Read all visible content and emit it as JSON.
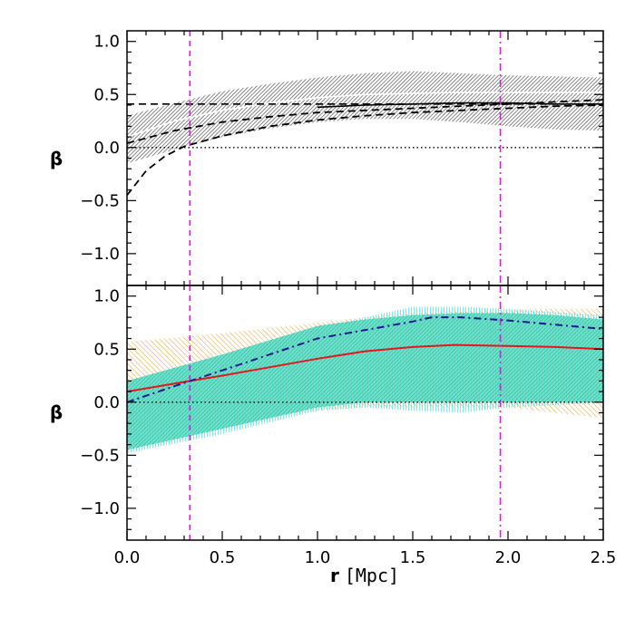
{
  "colors": {
    "grey_band": "#555555",
    "white_line": "#ffffff",
    "black": "#000000",
    "magenta": "#ff00ff",
    "red": "#e8141c",
    "navy": "#1a1a8c",
    "orange": "#f0a030",
    "cyan": "#40e8f0",
    "green": "#20c090"
  },
  "chart_data": [
    {
      "type": "area",
      "panel": "top",
      "ylabel": "β",
      "xlim": [
        0.0,
        2.5
      ],
      "ylim": [
        -1.3,
        1.1
      ],
      "yticks": [
        1.0,
        0.5,
        0.0,
        -0.5,
        -1.0
      ],
      "ytick_labels": [
        "1.0",
        "0.5",
        "0.0",
        "−0.5",
        "−1.0"
      ],
      "series": [
        {
          "style": "grey-hatched-band",
          "x": [
            0.0,
            0.25,
            0.5,
            0.75,
            1.0,
            1.25,
            1.5,
            1.75,
            2.0,
            2.25,
            2.5
          ],
          "lower": [
            -0.15,
            -0.02,
            0.1,
            0.18,
            0.24,
            0.27,
            0.27,
            0.24,
            0.2,
            0.17,
            0.16
          ],
          "upper": [
            0.3,
            0.42,
            0.53,
            0.6,
            0.66,
            0.7,
            0.72,
            0.7,
            0.68,
            0.67,
            0.66
          ]
        },
        {
          "style": "white-solid",
          "x": [
            0.0,
            0.25,
            0.5,
            0.75,
            1.0,
            1.25,
            1.5,
            1.75,
            2.0,
            2.25,
            2.5
          ],
          "values": [
            0.1,
            0.25,
            0.35,
            0.42,
            0.47,
            0.5,
            0.51,
            0.52,
            0.52,
            0.52,
            0.52
          ]
        },
        {
          "style": "black-solid",
          "x": [
            1.0,
            1.25,
            1.5,
            1.75,
            2.0,
            2.25,
            2.5
          ],
          "values": [
            0.38,
            0.4,
            0.41,
            0.42,
            0.42,
            0.41,
            0.41
          ]
        },
        {
          "style": "black-dashed-flat",
          "x": [
            0.0,
            2.5
          ],
          "values": [
            0.41,
            0.41
          ]
        },
        {
          "style": "black-dashed-rising",
          "x": [
            0.0,
            0.25,
            0.5,
            0.75,
            1.0,
            1.25,
            1.5,
            1.75,
            2.0,
            2.25,
            2.5
          ],
          "values": [
            0.04,
            0.16,
            0.24,
            0.29,
            0.33,
            0.35,
            0.37,
            0.39,
            0.41,
            0.43,
            0.45
          ]
        },
        {
          "style": "black-dashed-steep",
          "x": [
            0.0,
            0.1,
            0.2,
            0.3,
            0.5,
            0.75,
            1.0,
            1.25,
            1.5,
            1.75,
            2.0,
            2.25,
            2.5
          ],
          "values": [
            -0.45,
            -0.22,
            -0.08,
            0.01,
            0.11,
            0.2,
            0.26,
            0.3,
            0.33,
            0.35,
            0.37,
            0.39,
            0.4
          ]
        },
        {
          "style": "dotted-zero",
          "x": [
            0.0,
            2.5
          ],
          "values": [
            0.0,
            0.0
          ]
        }
      ],
      "vlines": [
        {
          "x": 0.33,
          "style": "magenta-dashed"
        },
        {
          "x": 1.96,
          "style": "magenta-dashdot"
        }
      ]
    },
    {
      "type": "area",
      "panel": "bottom",
      "ylabel": "β",
      "xlabel": "r [Mpc]",
      "xlim": [
        0.0,
        2.5
      ],
      "ylim": [
        -1.3,
        1.1
      ],
      "xticks": [
        0.0,
        0.5,
        1.0,
        1.5,
        2.0,
        2.5
      ],
      "xtick_labels": [
        "0.0",
        "0.5",
        "1.0",
        "1.5",
        "2.0",
        "2.5"
      ],
      "yticks": [
        1.0,
        0.5,
        0.0,
        -0.5,
        -1.0
      ],
      "ytick_labels": [
        "1.0",
        "0.5",
        "0.0",
        "−0.5",
        "−1.0"
      ],
      "series": [
        {
          "style": "orange-hatched-band",
          "x": [
            0.0,
            0.5,
            1.0,
            1.25,
            1.5,
            1.75,
            2.0,
            2.25,
            2.5
          ],
          "lower": [
            -0.3,
            -0.2,
            -0.08,
            -0.05,
            -0.05,
            -0.05,
            -0.05,
            -0.1,
            -0.15
          ],
          "upper": [
            0.57,
            0.65,
            0.75,
            0.8,
            0.84,
            0.86,
            0.87,
            0.88,
            0.88
          ]
        },
        {
          "style": "cyan-hatched-band",
          "x": [
            0.0,
            0.5,
            1.0,
            1.25,
            1.5,
            1.75,
            2.0,
            2.25,
            2.5
          ],
          "lower": [
            -0.48,
            -0.3,
            -0.08,
            -0.05,
            -0.08,
            -0.1,
            -0.05,
            -0.03,
            0.0
          ],
          "upper": [
            0.2,
            0.45,
            0.7,
            0.8,
            0.9,
            0.9,
            0.88,
            0.85,
            0.82
          ]
        },
        {
          "style": "green-hatched-band",
          "x": [
            0.0,
            0.5,
            1.0,
            1.25,
            1.5,
            1.75,
            2.0,
            2.25,
            2.5
          ],
          "lower": [
            -0.45,
            -0.25,
            -0.05,
            0.0,
            0.0,
            0.0,
            0.0,
            0.0,
            0.0
          ],
          "upper": [
            0.2,
            0.45,
            0.72,
            0.78,
            0.82,
            0.84,
            0.84,
            0.82,
            0.78
          ]
        },
        {
          "style": "red-solid",
          "x": [
            0.0,
            0.33,
            0.5,
            0.75,
            1.0,
            1.25,
            1.5,
            1.72,
            2.0,
            2.25,
            2.5
          ],
          "values": [
            0.1,
            0.2,
            0.25,
            0.33,
            0.41,
            0.48,
            0.52,
            0.54,
            0.53,
            0.52,
            0.5
          ]
        },
        {
          "style": "navy-dashdot",
          "x": [
            0.0,
            0.33,
            0.5,
            0.75,
            1.0,
            1.25,
            1.5,
            1.6,
            1.75,
            2.0,
            2.25,
            2.5
          ],
          "values": [
            0.0,
            0.2,
            0.3,
            0.45,
            0.6,
            0.68,
            0.76,
            0.8,
            0.8,
            0.77,
            0.73,
            0.69
          ]
        },
        {
          "style": "dotted-zero",
          "x": [
            0.0,
            2.5
          ],
          "values": [
            0.0,
            0.0
          ]
        }
      ],
      "vlines": [
        {
          "x": 0.33,
          "style": "magenta-dashed"
        },
        {
          "x": 1.96,
          "style": "magenta-dashdot"
        }
      ]
    }
  ],
  "labels": {
    "top_ylabel": "β",
    "bottom_ylabel": "β",
    "xlabel_symbol": "r",
    "xlabel_unit": "[Mpc]"
  }
}
